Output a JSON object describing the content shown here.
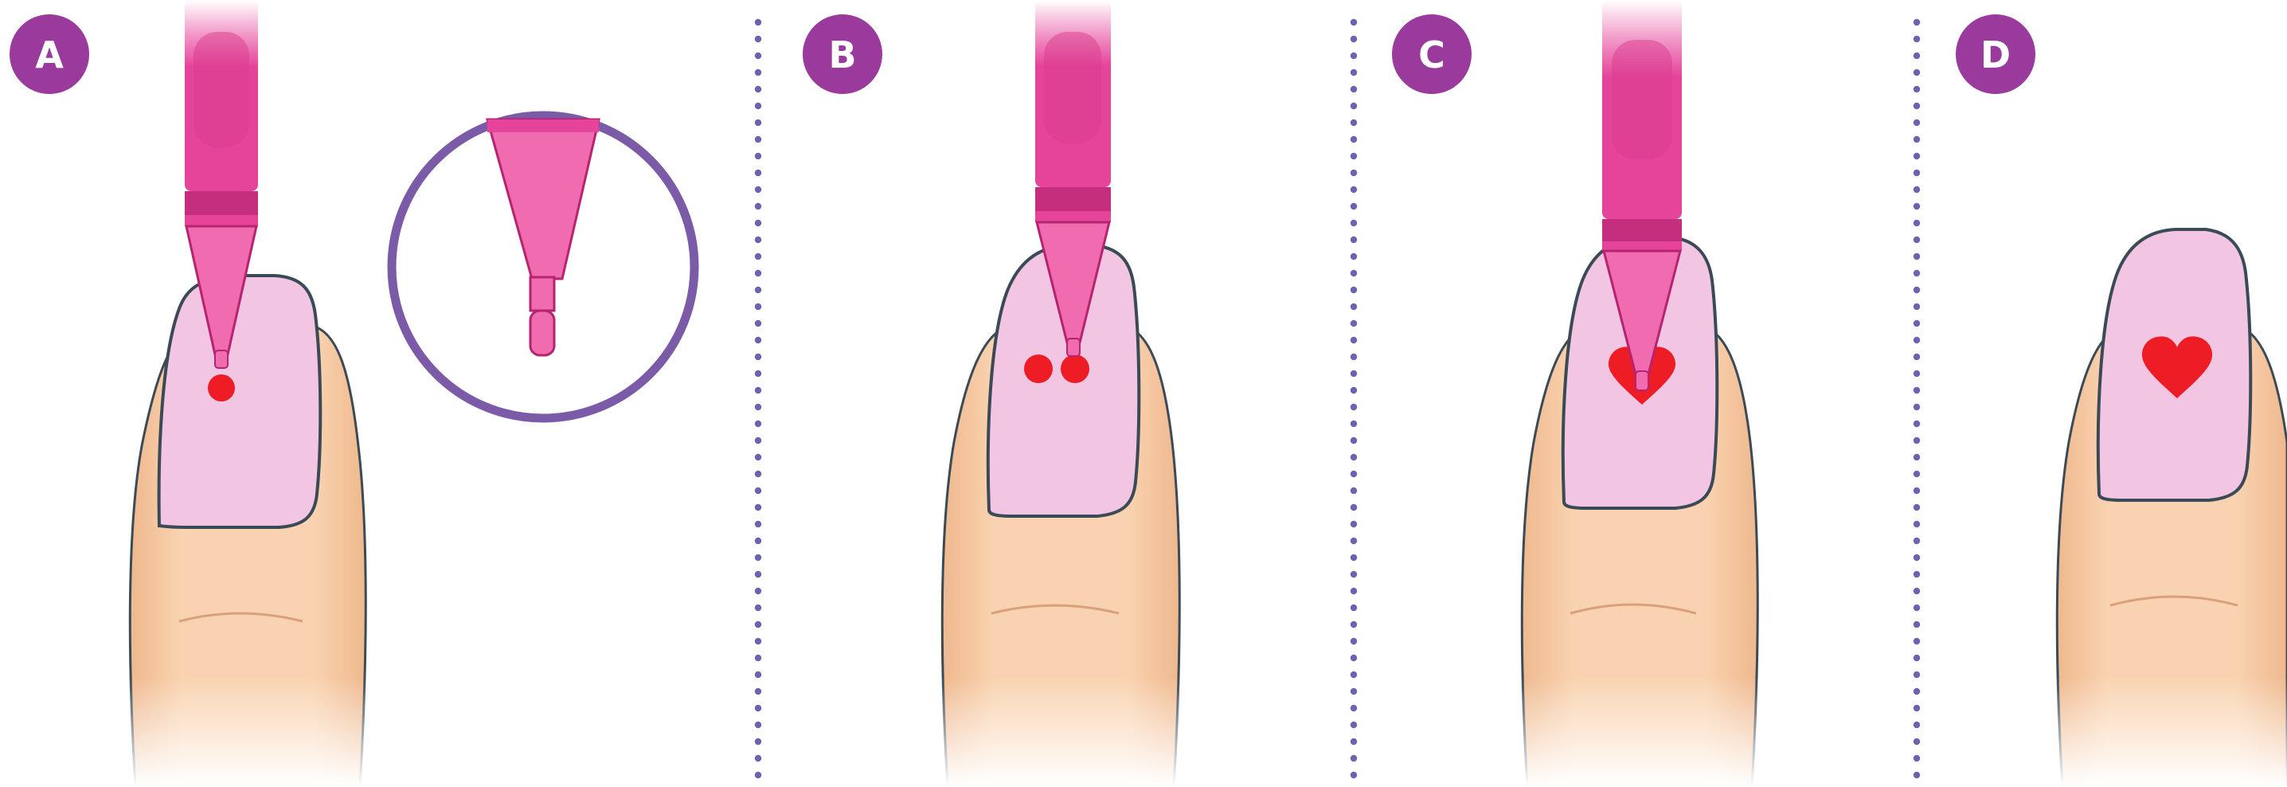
{
  "steps": [
    {
      "letter": "A",
      "state": "single-dot"
    },
    {
      "letter": "B",
      "state": "two-dots"
    },
    {
      "letter": "C",
      "state": "drawing-heart"
    },
    {
      "letter": "D",
      "state": "finished-heart"
    }
  ],
  "colors": {
    "badge": "#9a3a9c",
    "pen_body": "#e6449b",
    "pen_dark": "#b8236f",
    "pen_tip": "#f06bb0",
    "nail": "#f2c6e2",
    "nail_outline": "#3b4a57",
    "skin": "#f9d3b1",
    "skin_shadow": "#efb88d",
    "paint": "#ee1c25",
    "divider": "#6a63b0",
    "magnifier_ring": "#7b5ba8"
  },
  "icons": [
    "nail-art-pen-icon",
    "magnifier-circle-icon",
    "heart-icon"
  ]
}
